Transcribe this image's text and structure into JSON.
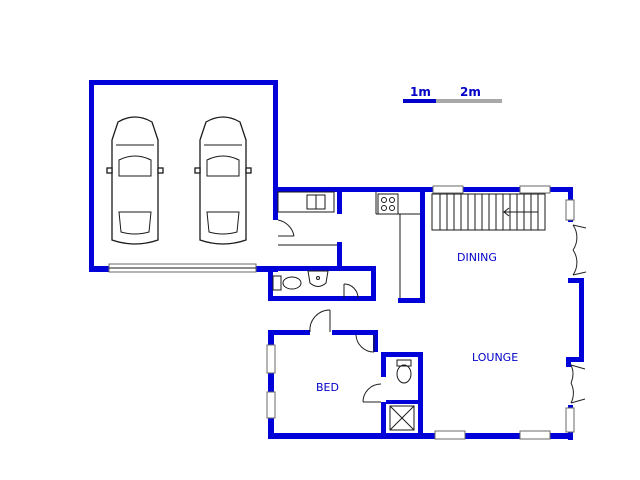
{
  "scale_bar": {
    "label_1": "1m",
    "label_2": "2m",
    "color_primary": "#0000c8",
    "color_secondary": "#a8a8a8"
  },
  "rooms": {
    "dining": "DINING",
    "lounge": "LOUNGE",
    "bed": "BED"
  },
  "colors": {
    "wall": "#0000d8",
    "background": "#ffffff"
  }
}
